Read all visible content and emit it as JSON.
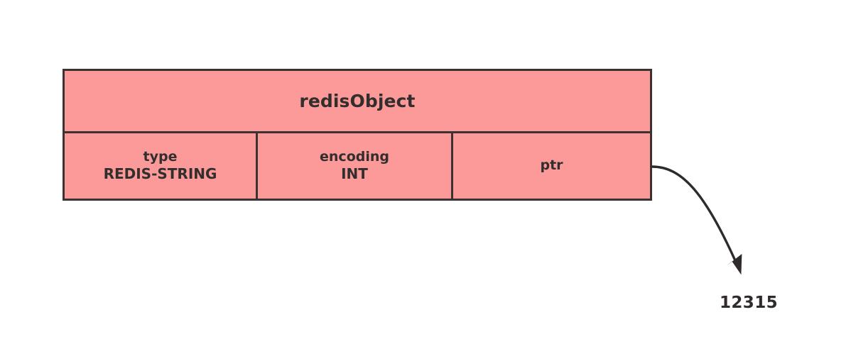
{
  "diagram": {
    "title": "redisObject",
    "struct": {
      "name": "redisObject",
      "fields": [
        {
          "name": "type",
          "value": "REDIS-STRING"
        },
        {
          "name": "encoding",
          "value": "INT"
        },
        {
          "name": "ptr",
          "value": ""
        }
      ]
    },
    "pointer": {
      "from_field": "ptr",
      "target_label": "12315",
      "arrow_icon": "curved-arrow-icon"
    },
    "colors": {
      "box_fill": "#fb9a99",
      "box_border": "#3b3232",
      "text": "#332e2e",
      "arrow": "#2f2b2b",
      "background": "#ffffff"
    }
  }
}
